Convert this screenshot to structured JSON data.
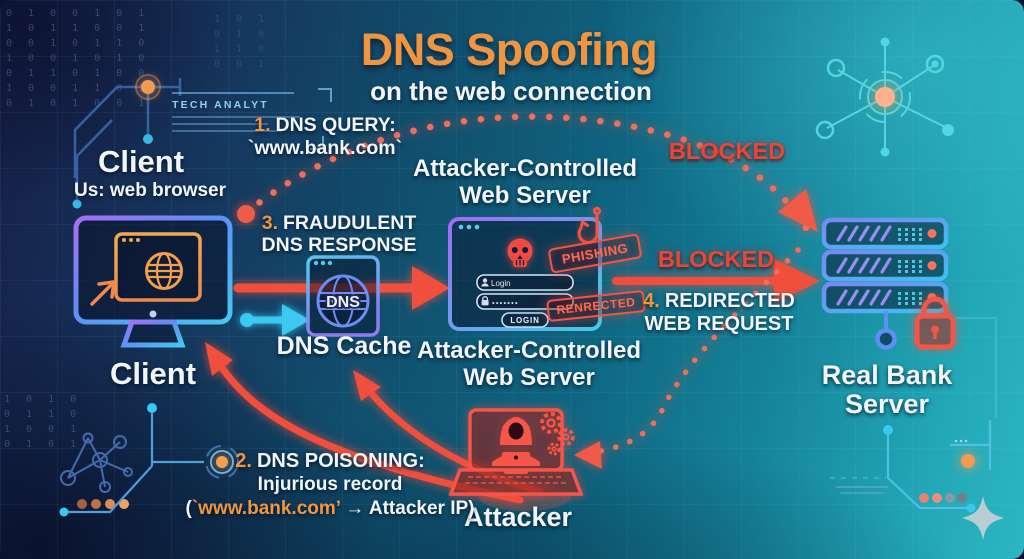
{
  "title": {
    "main": "DNS Spoofing",
    "subtitle": "on the web connection"
  },
  "client": {
    "label_top": "Client",
    "sublabel": "Us: web browser",
    "label_bottom": "Client"
  },
  "steps": {
    "s1": {
      "num": "1.",
      "text": "DNS QUERY:",
      "line2": "`www.bank.com`"
    },
    "s2": {
      "num": "2.",
      "text": "DNS POISONING:",
      "line2": "Injurious record",
      "l3_open": "(",
      "l3_domain": "`www.bank.com’",
      "l3_rest": " → Attacker IP)"
    },
    "s3": {
      "num": "3.",
      "line1": "FRAUDULENT",
      "line2": "DNS RESPONSE"
    },
    "s4": {
      "num": "4.",
      "line1": "REDIRECTED",
      "line2": "WEB REQUEST"
    }
  },
  "labels": {
    "blocked_top": "BLOCKED",
    "blocked_bottom": "BLOCKED",
    "dns_cache": "DNS Cache",
    "dns_icon": "DNS",
    "attacker_server_line1": "Attacker-Controlled",
    "attacker_server_line2": "Web Server",
    "bank_line1": "Real Bank",
    "bank_line2": "Server",
    "attacker": "Attacker"
  },
  "attacker_window": {
    "stamp_phishing": "PHISHING",
    "stamp_redirected": "RENRECTED",
    "login_label": "Login",
    "password_mask": "•••••••",
    "login_button": "LOGIN"
  },
  "decor": {
    "tech_panel_title": "TECH ANALYT",
    "binary_top_left": "0 1 0 0 1 0 1\n1 0 1 1 0 0 1\n0 0 1 0 1 1 0\n1 0 0 1 0 1 0\n0 1 1 0 1 0 0\n1 0 0 1 1 0 1\n0 1 0 1 0 0 1",
    "binary_top_left_2": "1 0 1\n0 1 0\n1 1 0\n0 0 1",
    "binary_bottom_left": "1 0 1 0\n0 1 1 0\n1 0 0 1\n0 1 0 1"
  },
  "colors": {
    "accent_orange": "#F0953F",
    "alert_red": "#EF5A4C",
    "glow_cyan": "#38C8F0",
    "text_white": "#F3F7FA"
  }
}
